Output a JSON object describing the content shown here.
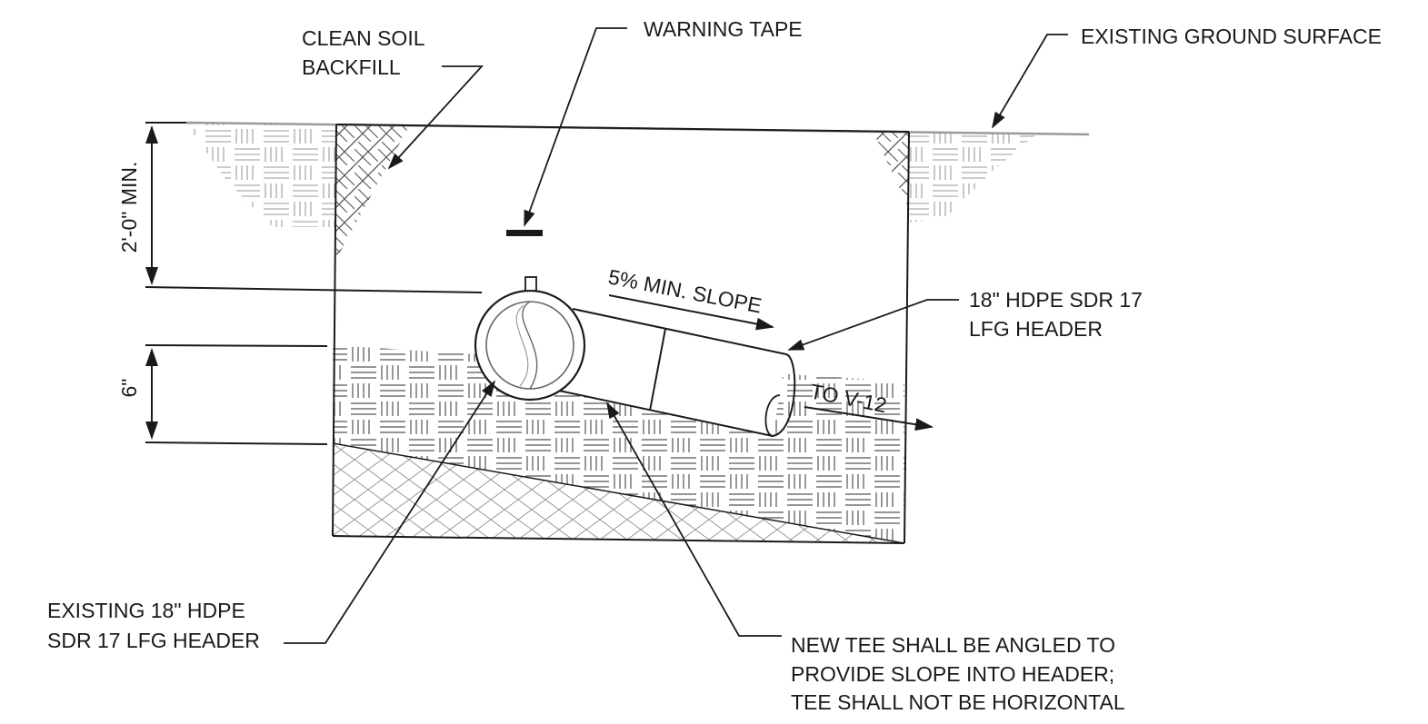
{
  "labels": {
    "clean_soil_line1": "CLEAN SOIL",
    "clean_soil_line2": "BACKFILL",
    "warning_tape": "WARNING TAPE",
    "existing_ground": "EXISTING GROUND SURFACE",
    "cover_depth": "2'-0\" MIN.",
    "bedding_depth": "6\"",
    "slope": "5% MIN. SLOPE",
    "new_header_line1": "18\" HDPE SDR 17",
    "new_header_line2": "LFG HEADER",
    "to_v12": "TO V-12",
    "existing_header_line1": "EXISTING 18\" HDPE",
    "existing_header_line2": "SDR 17 LFG HEADER",
    "note_line1": "NEW TEE SHALL BE ANGLED TO",
    "note_line2": "PROVIDE SLOPE INTO HEADER;",
    "note_line3": "TEE SHALL NOT BE HORIZONTAL"
  },
  "colors": {
    "ink": "#1a1a1a",
    "hatch_light": "#9a9a9a",
    "hatch_mid": "#6a6a6a",
    "paper": "#ffffff"
  }
}
